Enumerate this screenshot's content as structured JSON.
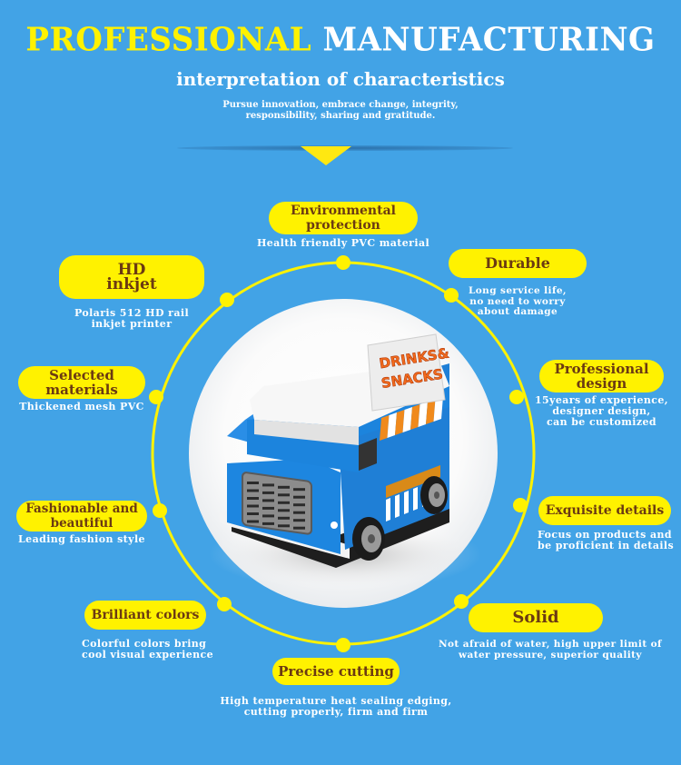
{
  "header": {
    "title_part1": "PROFESSIONAL",
    "title_part2": "MANUFACTURING",
    "subtitle": "interpretation of characteristics",
    "tagline_line1": "Pursue innovation, embrace change, integrity,",
    "tagline_line2": "responsibility, sharing and gratitude."
  },
  "colors": {
    "background": "#42a3e6",
    "accent_yellow": "#fff200",
    "pill_text": "#6b3a12",
    "ring": "#fff200"
  },
  "product": {
    "sign_line1": "DRINKS&",
    "sign_line2": "SNACKS"
  },
  "features": [
    {
      "title": "Environmental\nprotection",
      "desc": "Health friendly PVC material"
    },
    {
      "title": "HD inkjet",
      "desc": "Polaris 512 HD rail\ninkjet printer"
    },
    {
      "title": "Durable",
      "desc": "Long service life,\nno need to worry\nabout damage"
    },
    {
      "title": "Selected\nmaterials",
      "desc": "Thickened mesh PVC"
    },
    {
      "title": "Professional\ndesign",
      "desc": "15years of experience,\ndesigner design,\ncan be customized"
    },
    {
      "title": "Fashionable and\nbeautiful",
      "desc": "Leading fashion style"
    },
    {
      "title": "Exquisite details",
      "desc": "Focus on products and\nbe proficient in details"
    },
    {
      "title": "Brilliant colors",
      "desc": "Colorful colors bring\ncool visual experience"
    },
    {
      "title": "Solid",
      "desc": "Not afraid of water, high upper limit of\nwater pressure, superior quality"
    },
    {
      "title": "Precise cutting",
      "desc": "High temperature heat sealing edging,\ncutting properly, firm and firm"
    }
  ]
}
